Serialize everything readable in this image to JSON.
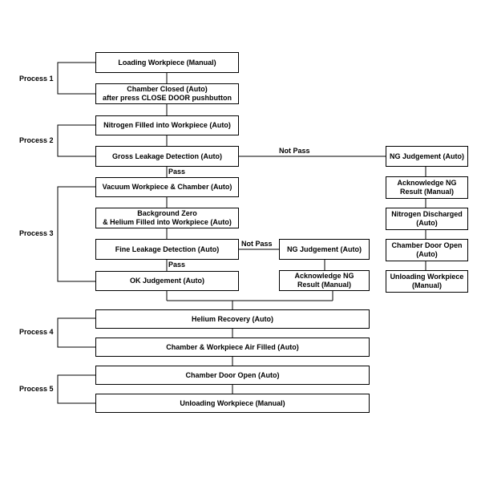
{
  "processes": {
    "p1": "Process 1",
    "p2": "Process 2",
    "p3": "Process 3",
    "p4": "Process 4",
    "p5": "Process 5"
  },
  "boxes": {
    "loading": "Loading Workpiece (Manual)",
    "chamber_closed": "Chamber Closed  (Auto)\nafter press CLOSE DOOR pushbutton",
    "nitrogen_filled": "Nitrogen Filled into Workpiece (Auto)",
    "gross_leak": "Gross Leakage Detection  (Auto)",
    "vacuum": "Vacuum Workpiece & Chamber (Auto)",
    "background_zero": "Background Zero\n& Helium Filled into Workpiece  (Auto)",
    "fine_leak": "Fine Leakage Detection (Auto)",
    "ok_judgement": "OK Judgement  (Auto)",
    "ng_judgement_mid": "NG Judgement  (Auto)",
    "ack_ng_mid": "Acknowledge NG\nResult (Manual)",
    "ng_judgement_right": "NG Judgement  (Auto)",
    "ack_ng_right": "Acknowledge NG\nResult (Manual)",
    "nitrogen_discharged": "Nitrogen Discharged\n(Auto)",
    "door_open_right": "Chamber Door Open\n(Auto)",
    "unloading_right": "Unloading Workpiece\n(Manual)",
    "helium_recovery": "Helium Recovery (Auto)",
    "air_filled": "Chamber & Workpiece Air Filled  (Auto)",
    "door_open": "Chamber Door Open   (Auto)",
    "unloading": "Unloading Workpiece  (Manual)"
  },
  "edge_labels": {
    "not_pass_gross": "Not Pass",
    "pass_gross": "Pass",
    "not_pass_fine": "Not Pass",
    "pass_fine": "Pass"
  }
}
